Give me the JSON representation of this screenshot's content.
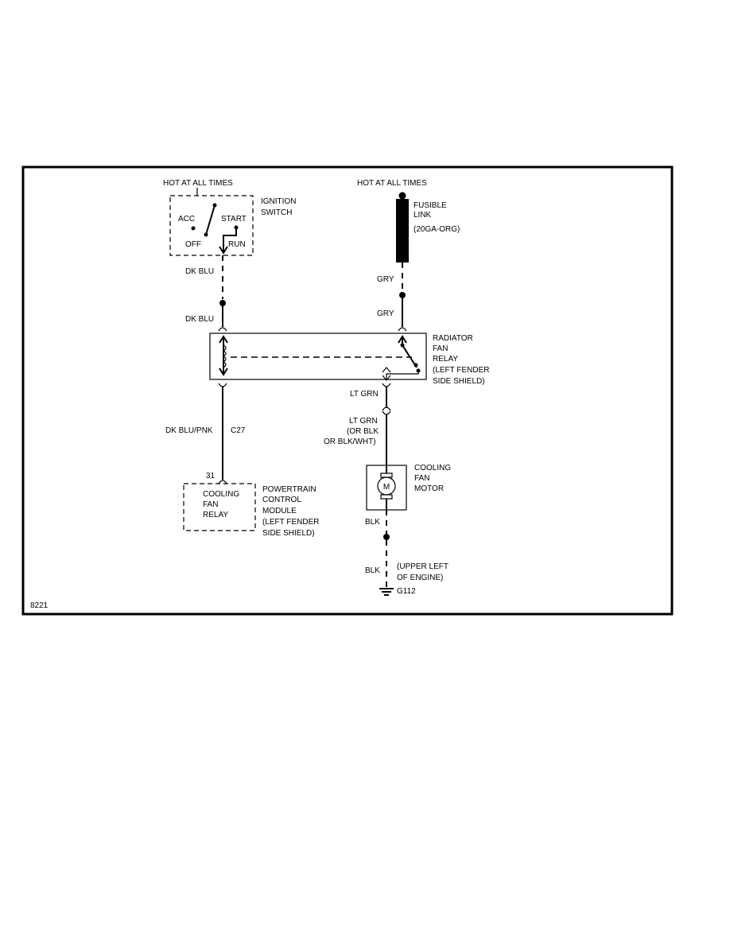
{
  "power": {
    "left_hot": "HOT AT ALL TIMES",
    "right_hot": "HOT AT ALL TIMES"
  },
  "ignition_switch": {
    "label_line1": "IGNITION",
    "label_line2": "SWITCH",
    "acc": "ACC",
    "start": "START",
    "off": "OFF",
    "run": "RUN"
  },
  "fusible_link": {
    "line1": "FUSIBLE",
    "line2": "LINK",
    "line3": "(20GA-ORG)"
  },
  "wires": {
    "dk_blu_top": "DK BLU",
    "dk_blu_mid": "DK BLU",
    "gry_top": "GRY",
    "gry_mid": "GRY",
    "lt_grn": "LT GRN",
    "lt_grn_alt1": "LT GRN",
    "lt_grn_alt2": "(OR BLK",
    "lt_grn_alt3": "OR BLK/WHT)",
    "dk_blu_pnk": "DK BLU/PNK",
    "connector": "C27",
    "blk_top": "BLK",
    "blk_bottom": "BLK"
  },
  "radiator_relay": {
    "line1": "RADIATOR",
    "line2": "FAN",
    "line3": "RELAY",
    "line4": "(LEFT FENDER",
    "line5": "SIDE SHIELD)"
  },
  "pcm": {
    "pin": "31",
    "inner1": "COOLING",
    "inner2": "FAN",
    "inner3": "RELAY",
    "line1": "POWERTRAIN",
    "line2": "CONTROL",
    "line3": "MODULE",
    "line4": "(LEFT FENDER",
    "line5": "SIDE SHIELD)"
  },
  "motor": {
    "symbol": "M",
    "line1": "COOLING",
    "line2": "FAN",
    "line3": "MOTOR"
  },
  "ground": {
    "line1": "(UPPER LEFT",
    "line2": "OF ENGINE)",
    "id": "G112"
  },
  "figure_id": "8221"
}
